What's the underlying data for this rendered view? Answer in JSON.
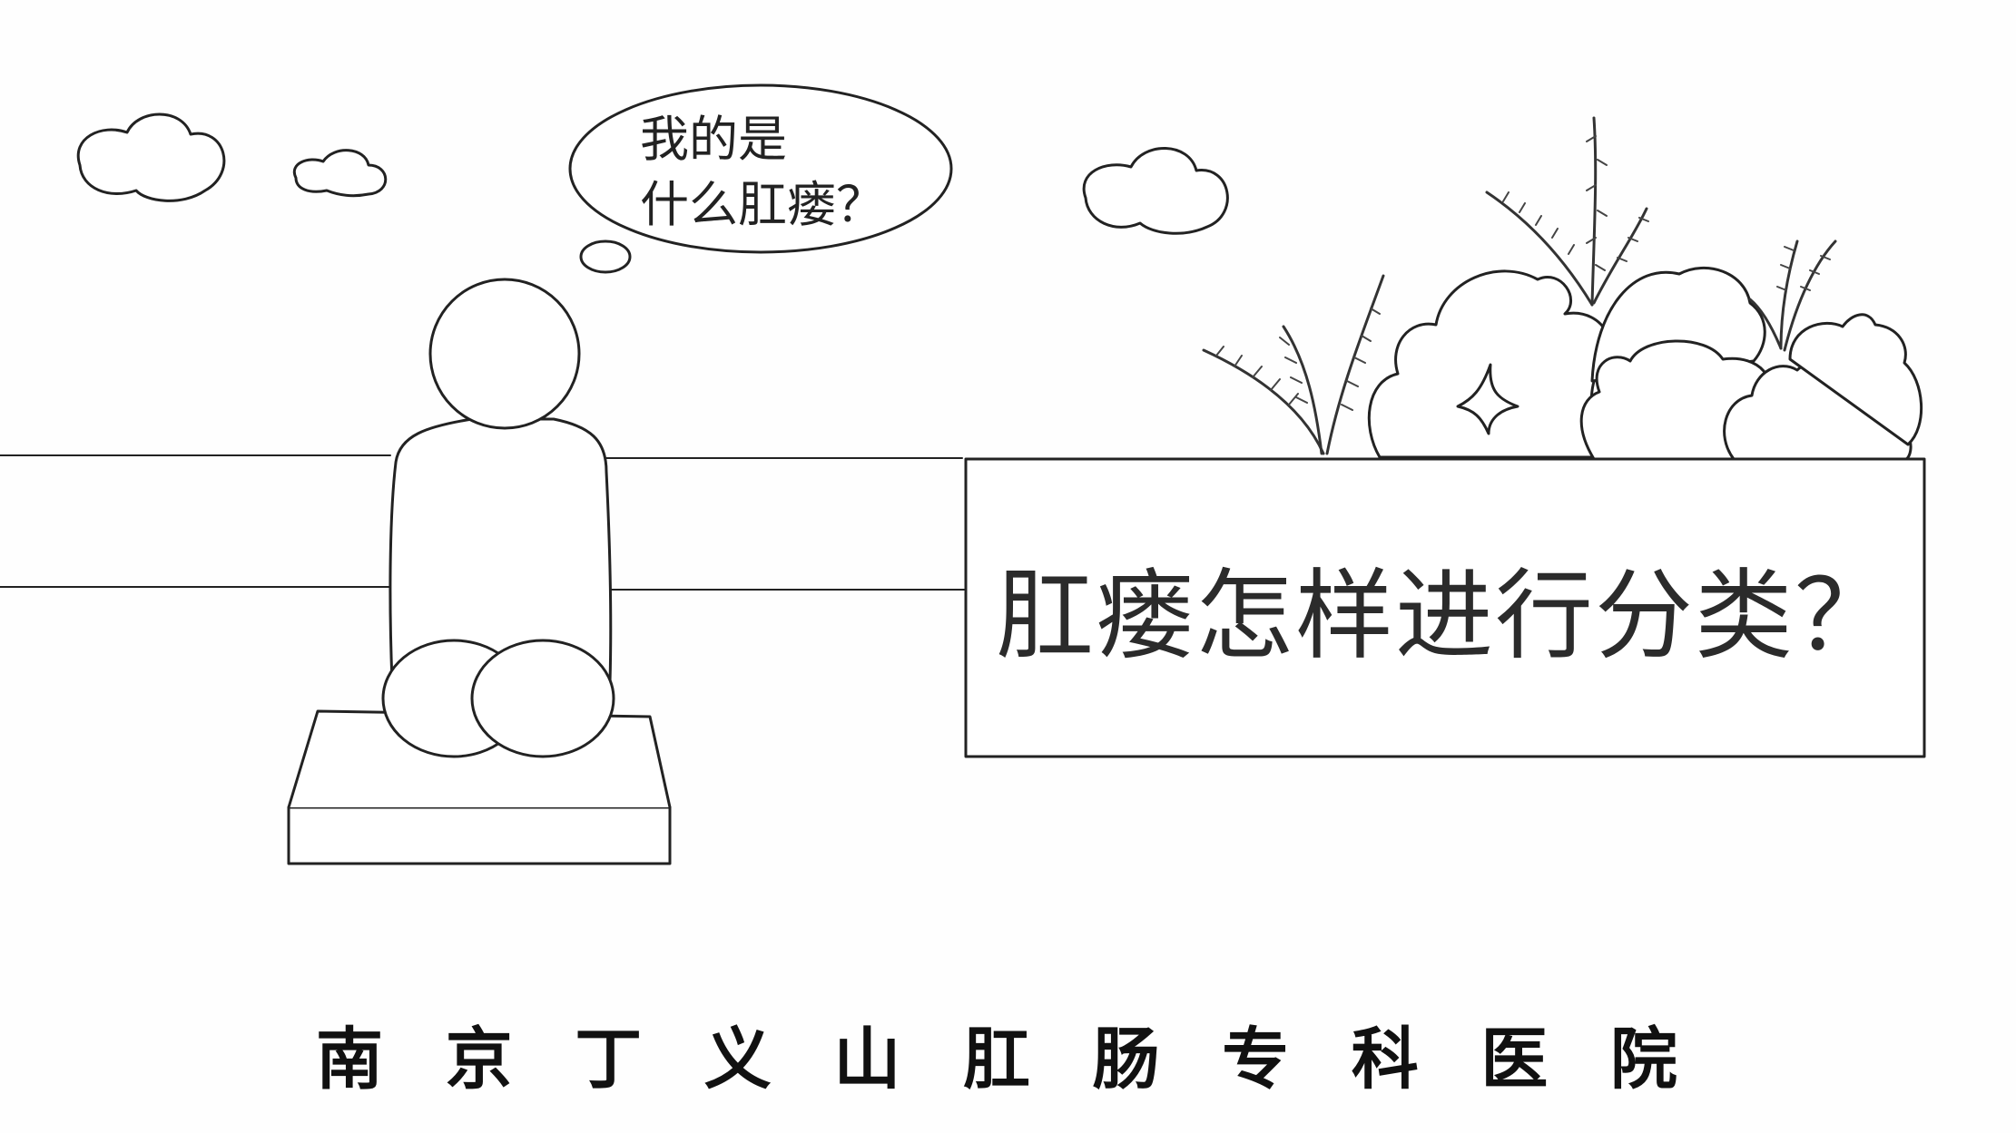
{
  "thought_bubble": {
    "line1": "我的是",
    "line2": "什么肛瘘？"
  },
  "headline": "肛瘘怎样进行分类？",
  "footer": {
    "chars": [
      "南",
      "京",
      "丁",
      "义",
      "山",
      "肛",
      "肠",
      "专",
      "科",
      "医",
      "院"
    ]
  },
  "colors": {
    "background": "#fefefe",
    "stroke": "#222222",
    "grass": "#333333"
  }
}
